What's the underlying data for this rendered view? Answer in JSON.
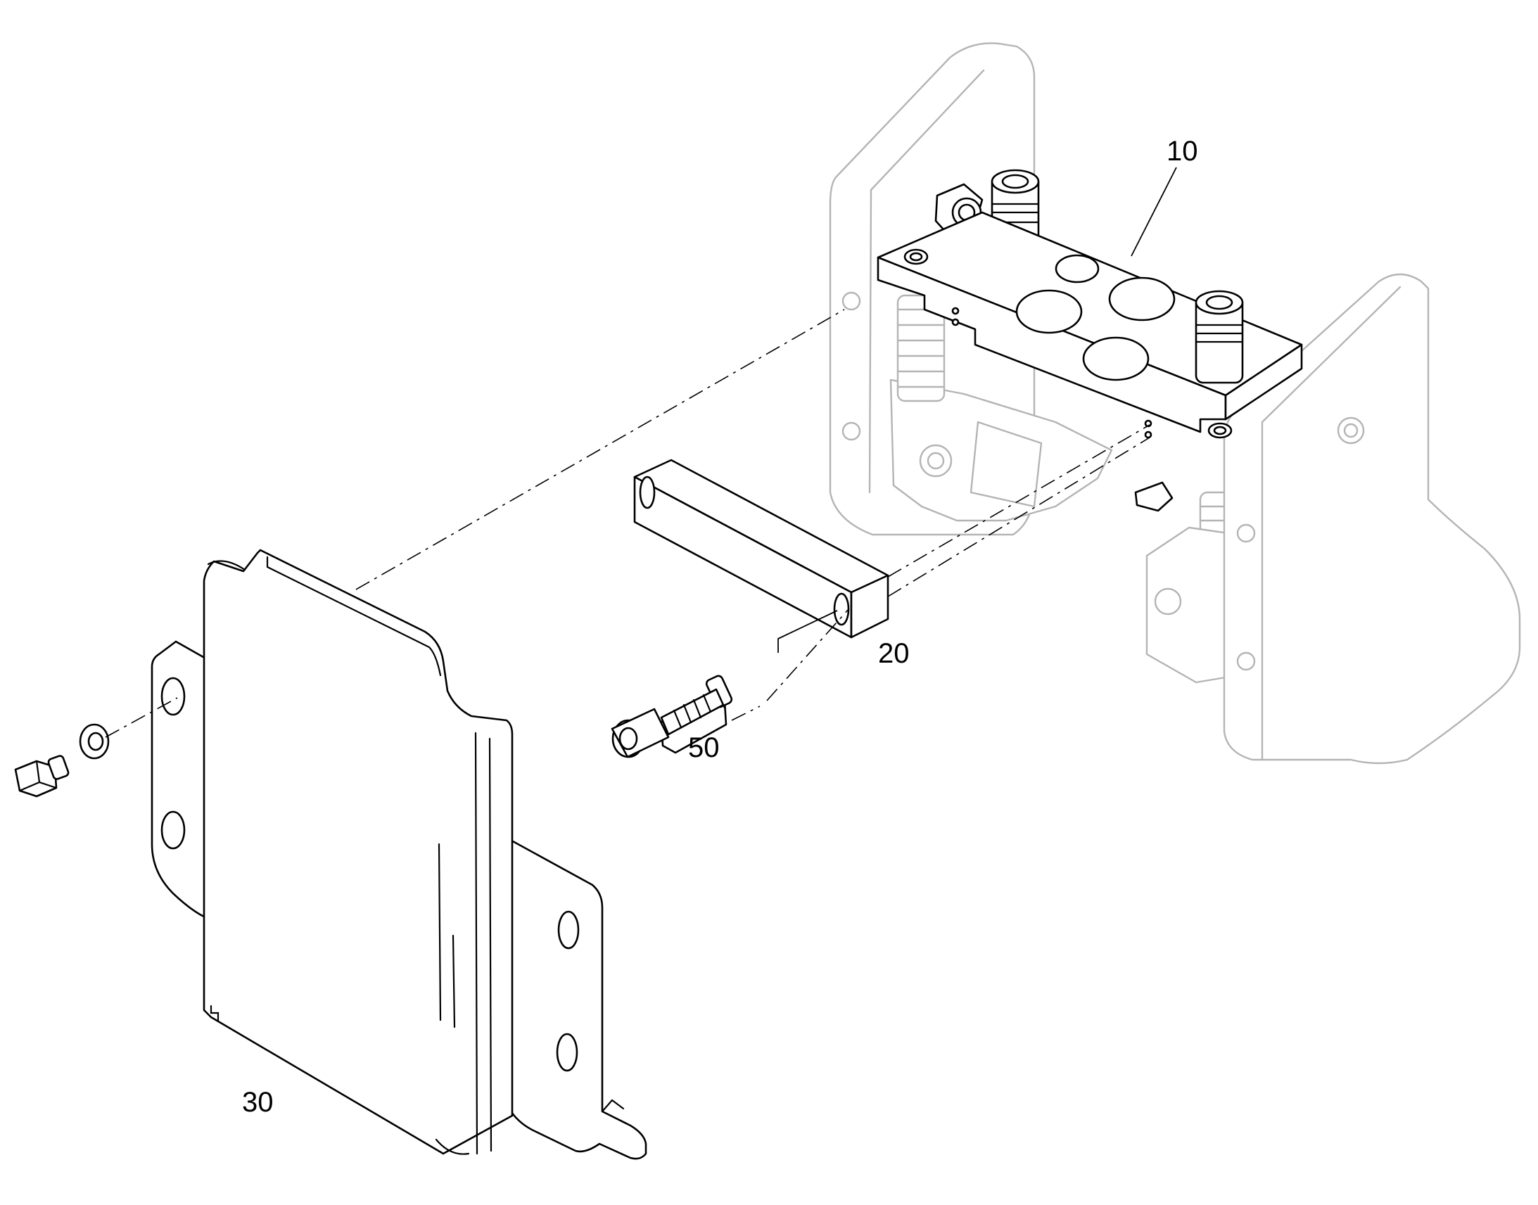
{
  "diagram": {
    "callouts": [
      {
        "id": "10",
        "label": "10"
      },
      {
        "id": "20",
        "label": "20"
      },
      {
        "id": "30",
        "label": "30"
      },
      {
        "id": "50",
        "label": "50"
      }
    ],
    "colors": {
      "line": "#000000",
      "ghost_line": "#b4b4b4",
      "background": "#ffffff"
    }
  }
}
